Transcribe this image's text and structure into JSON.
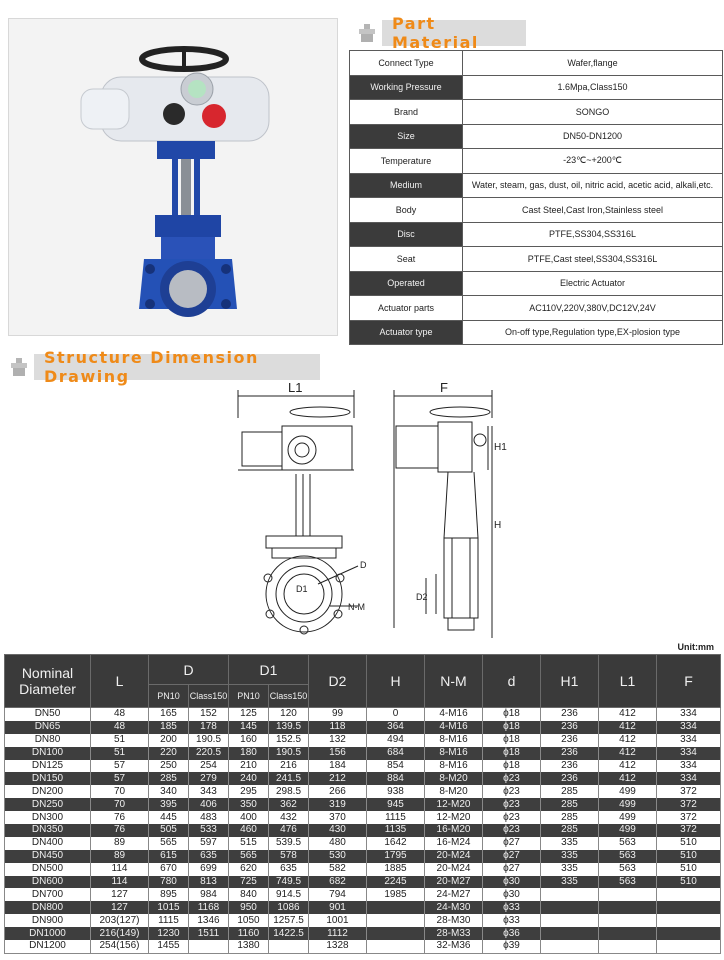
{
  "part_material": {
    "title": "Part Material",
    "rows": [
      {
        "key": "Connect Type",
        "value": "Wafer,flange"
      },
      {
        "key": "Working Pressure",
        "value": "1.6Mpa,Class150"
      },
      {
        "key": "Brand",
        "value": "SONGO"
      },
      {
        "key": "Size",
        "value": "DN50-DN1200"
      },
      {
        "key": "Temperature",
        "value": "-23℃~+200℃"
      },
      {
        "key": "Medium",
        "value": "Water, steam, gas, dust, oil, nitric acid, acetic acid, alkali,etc."
      },
      {
        "key": "Body",
        "value": "Cast Steel,Cast Iron,Stainless steel"
      },
      {
        "key": "Disc",
        "value": "PTFE,SS304,SS316L"
      },
      {
        "key": "Seat",
        "value": "PTFE,Cast steel,SS304,SS316L"
      },
      {
        "key": "Operated",
        "value": "Electric Actuator"
      },
      {
        "key": "Actuator parts",
        "value": "AC110V,220V,380V,DC12V,24V"
      },
      {
        "key": "Actuator type",
        "value": "On-off type,Regulation type,EX-plosion type"
      }
    ]
  },
  "structure": {
    "title": "Structure Dimension Drawing",
    "labels": {
      "l1": "L1",
      "f": "F",
      "h": "H",
      "h1": "H1",
      "d": "D",
      "d1": "D1",
      "d2": "D2",
      "nm": "N-M"
    }
  },
  "dimensions": {
    "unit": "Unit:mm",
    "headers": {
      "nominal": "Nominal Diameter",
      "l": "L",
      "d": "D",
      "d1": "D1",
      "d2": "D2",
      "h": "H",
      "nm": "N-M",
      "dd": "d",
      "h1": "H1",
      "l1": "L1",
      "f": "F",
      "pn10": "PN10",
      "class150": "Class150"
    },
    "rows": [
      [
        "DN50",
        "48",
        "165",
        "152",
        "125",
        "120",
        "99",
        "0",
        "4-M16",
        "ϕ18",
        "236",
        "412",
        "334"
      ],
      [
        "DN65",
        "48",
        "185",
        "178",
        "145",
        "139.5",
        "118",
        "364",
        "4-M16",
        "ϕ18",
        "236",
        "412",
        "334"
      ],
      [
        "DN80",
        "51",
        "200",
        "190.5",
        "160",
        "152.5",
        "132",
        "494",
        "8-M16",
        "ϕ18",
        "236",
        "412",
        "334"
      ],
      [
        "DN100",
        "51",
        "220",
        "220.5",
        "180",
        "190.5",
        "156",
        "684",
        "8-M16",
        "ϕ18",
        "236",
        "412",
        "334"
      ],
      [
        "DN125",
        "57",
        "250",
        "254",
        "210",
        "216",
        "184",
        "854",
        "8-M16",
        "ϕ18",
        "236",
        "412",
        "334"
      ],
      [
        "DN150",
        "57",
        "285",
        "279",
        "240",
        "241.5",
        "212",
        "884",
        "8-M20",
        "ϕ23",
        "236",
        "412",
        "334"
      ],
      [
        "DN200",
        "70",
        "340",
        "343",
        "295",
        "298.5",
        "266",
        "938",
        "8-M20",
        "ϕ23",
        "285",
        "499",
        "372"
      ],
      [
        "DN250",
        "70",
        "395",
        "406",
        "350",
        "362",
        "319",
        "945",
        "12-M20",
        "ϕ23",
        "285",
        "499",
        "372"
      ],
      [
        "DN300",
        "76",
        "445",
        "483",
        "400",
        "432",
        "370",
        "1115",
        "12-M20",
        "ϕ23",
        "285",
        "499",
        "372"
      ],
      [
        "DN350",
        "76",
        "505",
        "533",
        "460",
        "476",
        "430",
        "1135",
        "16-M20",
        "ϕ23",
        "285",
        "499",
        "372"
      ],
      [
        "DN400",
        "89",
        "565",
        "597",
        "515",
        "539.5",
        "480",
        "1642",
        "16-M24",
        "ϕ27",
        "335",
        "563",
        "510"
      ],
      [
        "DN450",
        "89",
        "615",
        "635",
        "565",
        "578",
        "530",
        "1795",
        "20-M24",
        "ϕ27",
        "335",
        "563",
        "510"
      ],
      [
        "DN500",
        "114",
        "670",
        "699",
        "620",
        "635",
        "582",
        "1885",
        "20-M24",
        "ϕ27",
        "335",
        "563",
        "510"
      ],
      [
        "DN600",
        "114",
        "780",
        "813",
        "725",
        "749.5",
        "682",
        "2245",
        "20-M27",
        "ϕ30",
        "335",
        "563",
        "510"
      ],
      [
        "DN700",
        "127",
        "895",
        "984",
        "840",
        "914.5",
        "794",
        "1985",
        "24-M27",
        "ϕ30",
        "",
        "",
        ""
      ],
      [
        "DN800",
        "127",
        "1015",
        "1168",
        "950",
        "1086",
        "901",
        "",
        "24-M30",
        "ϕ33",
        "",
        "",
        ""
      ],
      [
        "DN900",
        "203(127)",
        "1115",
        "1346",
        "1050",
        "1257.5",
        "1001",
        "",
        "28-M30",
        "ϕ33",
        "",
        "",
        ""
      ],
      [
        "DN1000",
        "216(149)",
        "1230",
        "1511",
        "1160",
        "1422.5",
        "1112",
        "",
        "28-M33",
        "ϕ36",
        "",
        "",
        ""
      ],
      [
        "DN1200",
        "254(156)",
        "1455",
        "",
        "1380",
        "",
        "1328",
        "",
        "32-M36",
        "ϕ39",
        "",
        "",
        ""
      ]
    ]
  }
}
